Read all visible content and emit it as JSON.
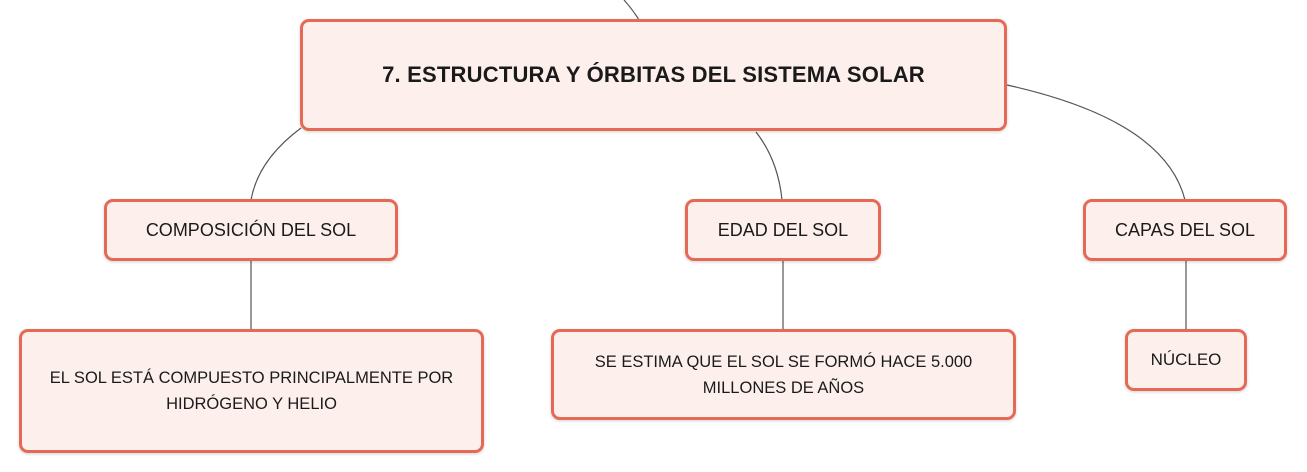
{
  "map": {
    "root": {
      "label": "7. ESTRUCTURA Y ÓRBITAS DEL SISTEMA SOLAR"
    },
    "branches": [
      {
        "label": "COMPOSICIÓN DEL SOL",
        "child": "EL SOL ESTÁ COMPUESTO PRINCIPALMENTE POR HIDRÓGENO Y HELIO"
      },
      {
        "label": "EDAD DEL SOL",
        "child": "SE ESTIMA QUE EL SOL SE FORMÓ HACE 5.000 MILLONES DE AÑOS"
      },
      {
        "label": "CAPAS DEL SOL",
        "child": "NÚCLEO"
      }
    ]
  },
  "colors": {
    "node_fill": "#fdf0ec",
    "node_border": "#e56a55",
    "connector": "#555555",
    "text": "#1a1a1a"
  }
}
